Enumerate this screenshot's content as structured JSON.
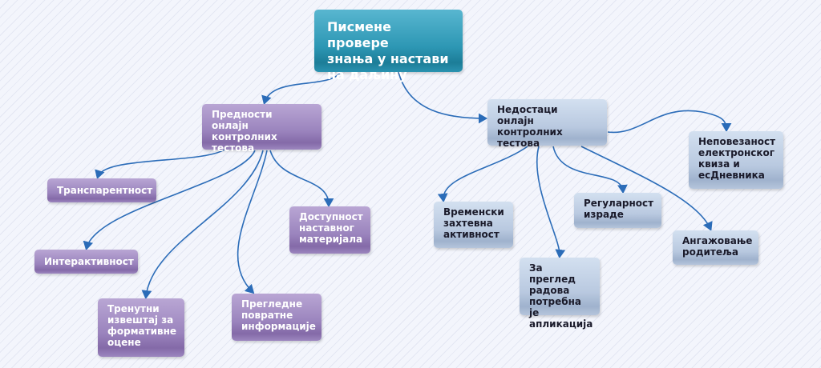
{
  "root": {
    "label": "Писмене провере\nзнања у настави\nна даљину"
  },
  "advantages": {
    "label": "Предности\nонлајн контролних\nтестова",
    "items": [
      "Транспарентност",
      "Интерактивност",
      "Тренутни\nизвештај за\nформативне\nоцене",
      "Прегледне\nповратне\nинформације",
      "Доступност\nнаставног\nматеријала"
    ]
  },
  "disadvantages": {
    "label": "Недостаци\nонлајн контролних\nтестова",
    "items": [
      "Временски\nзахтевна\nактивност",
      "За преглед\nрадова\nпотребна је\nапликација",
      "Регуларност\nизраде",
      "Ангажовање\nродитеља",
      "Неповезаност\nелектронског\nквиза и\nесДневника"
    ]
  },
  "colors": {
    "edge": "#2b6cb8",
    "root": "#2d97b4",
    "advantages": "#9a83bd",
    "disadvantages": "#b9c9e0"
  }
}
